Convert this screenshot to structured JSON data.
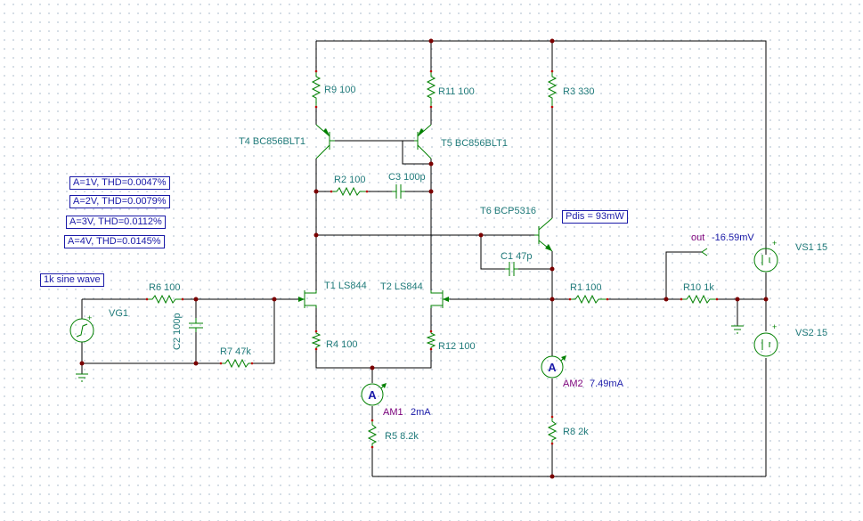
{
  "notes": {
    "thd_1": "A=1V, THD=0.0047%",
    "thd_2": "A=2V, THD=0.0079%",
    "thd_3": "A=3V, THD=0.0112%",
    "thd_4": "A=4V, THD=0.0145%",
    "sine": "1k sine wave",
    "pdis": "Pdis = 93mW"
  },
  "components": {
    "r9": "R9 100",
    "r11": "R11 100",
    "r3": "R3 330",
    "t4": "T4 BC856BLT1",
    "t5": "T5 BC856BLT1",
    "r2": "R2 100",
    "c3": "C3 100p",
    "t6": "T6 BCP5316",
    "c1": "C1 47p",
    "t1": "T1 LS844",
    "t2": "T2 LS844",
    "r6": "R6 100",
    "vg1": "VG1",
    "c2": "C2 100p",
    "r7": "R7 47k",
    "r4": "R4 100",
    "r12": "R12 100",
    "r1": "R1 100",
    "r10": "R10 1k",
    "vs1": "VS1 15",
    "vs2": "VS2 15",
    "am1": "AM1",
    "am2": "AM2",
    "r5": "R5 8.2k",
    "r8": "R8 2k",
    "out": "out"
  },
  "readings": {
    "am1": "2mA",
    "am2": "7.49mA",
    "out": "-16.59mV"
  },
  "colors": {
    "wire": "#000000",
    "component": "#008000",
    "label": "#1f7a7a",
    "value": "#1a1aa8",
    "probe": "#7a007a"
  }
}
